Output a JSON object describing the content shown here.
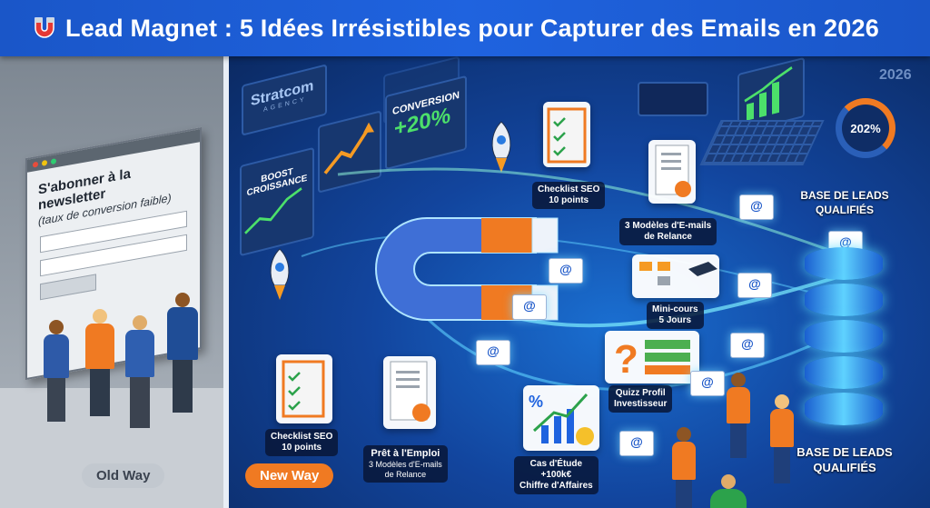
{
  "title": "Lead Magnet : 5 Idées Irrésistibles pour Capturer des Emails en 2026",
  "colors": {
    "banner": "#1f63df",
    "old_badge": "#c2c8cf",
    "new_badge": "#f07a22",
    "accent_orange": "#f07a22",
    "glow": "#5fd2ff"
  },
  "old_way": {
    "form_title": "S'abonner à la newsletter",
    "form_subtitle": "(taux de conversion faible)",
    "badge": "Old Way"
  },
  "new_way": {
    "badge": "New Way",
    "brand": "Stratcom",
    "brand_sub": "AGENCY",
    "year": "2026",
    "conversion_label": "CONVERSION",
    "conversion_value": "+20%",
    "boost_label": "BOOST CROISSANCE",
    "gauge_value": "202%",
    "at_symbol": "@"
  },
  "items": {
    "checklist_top": "Checklist SEO\n10 points",
    "emails_top": "3 Modèles d'E-mails\nde Relance",
    "minicourse": "Mini-cours\n5 Jours",
    "quiz": "Quizz Profil\nInvestisseur",
    "case_study": "Cas d'Étude\n+100k€\nChiffre d'Affaires",
    "checklist_bottom": "Checklist SEO\n10 points",
    "ready_title": "Prêt à l'Emploi",
    "ready_sub": "3 Modèles d'E-mails\nde Relance"
  },
  "database": {
    "top_label": "BASE DE LEADS\nQUALIFIÉS",
    "bottom_label": "BASE DE LEADS\nQUALIFIÉS"
  }
}
